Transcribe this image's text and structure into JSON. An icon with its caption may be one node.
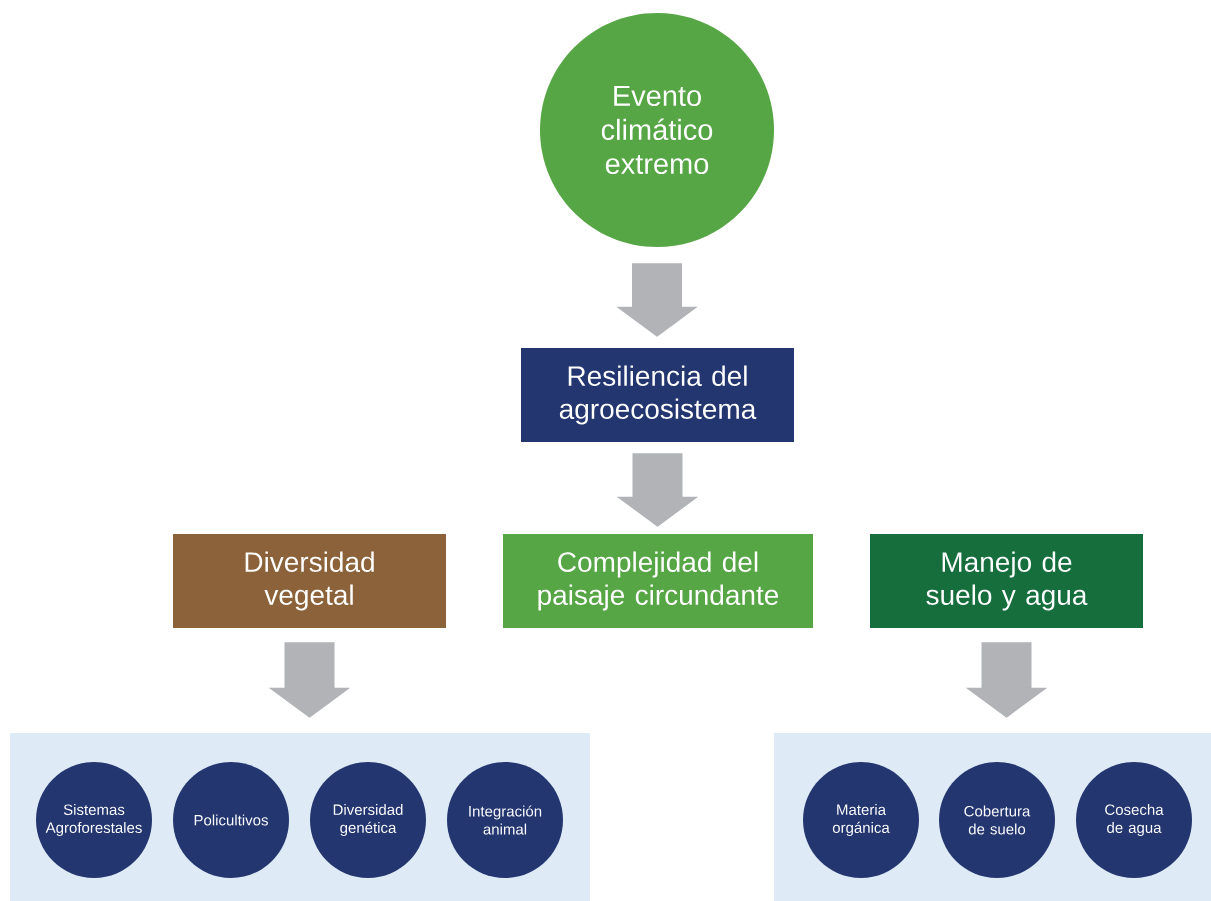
{
  "diagram": {
    "nodes": [
      {
        "text": [
          "Evento climático extremo"
        ]
      },
      {
        "text": [
          "Resiliencia del agroecosistema"
        ]
      },
      {
        "text": [
          "Diversidad vegetal"
        ]
      },
      {
        "text": [
          "Complejidad del paisaje circundante"
        ]
      },
      {
        "text": [
          "Manejo de suelo y agua"
        ]
      },
      {
        "text": [],
        "shape": "box"
      },
      {
        "text": [
          "Sistemas Agroforestales"
        ],
        "in": 5
      },
      {
        "text": [
          "Policultivos"
        ],
        "in": 5
      },
      {
        "text": [
          "Diversidad genética"
        ],
        "in": 5
      },
      {
        "text": [
          "Integración animal"
        ],
        "in": 5
      },
      {
        "text": [],
        "shape": "box"
      },
      {
        "text": [
          "Materia orgánica"
        ],
        "in": 10
      },
      {
        "text": [
          "Cobertura de suelo"
        ],
        "in": 10
      },
      {
        "text": [
          "Cosecha de agua"
        ],
        "in": 10
      }
    ],
    "edges": [
      {
        "from": 0,
        "to": 1,
        "arrow": "to"
      },
      {
        "from": 1,
        "to": 3,
        "arrow": "to"
      },
      {
        "from": 2,
        "to": 5,
        "arrow": "to"
      },
      {
        "from": 4,
        "to": 10,
        "arrow": "to"
      }
    ]
  }
}
